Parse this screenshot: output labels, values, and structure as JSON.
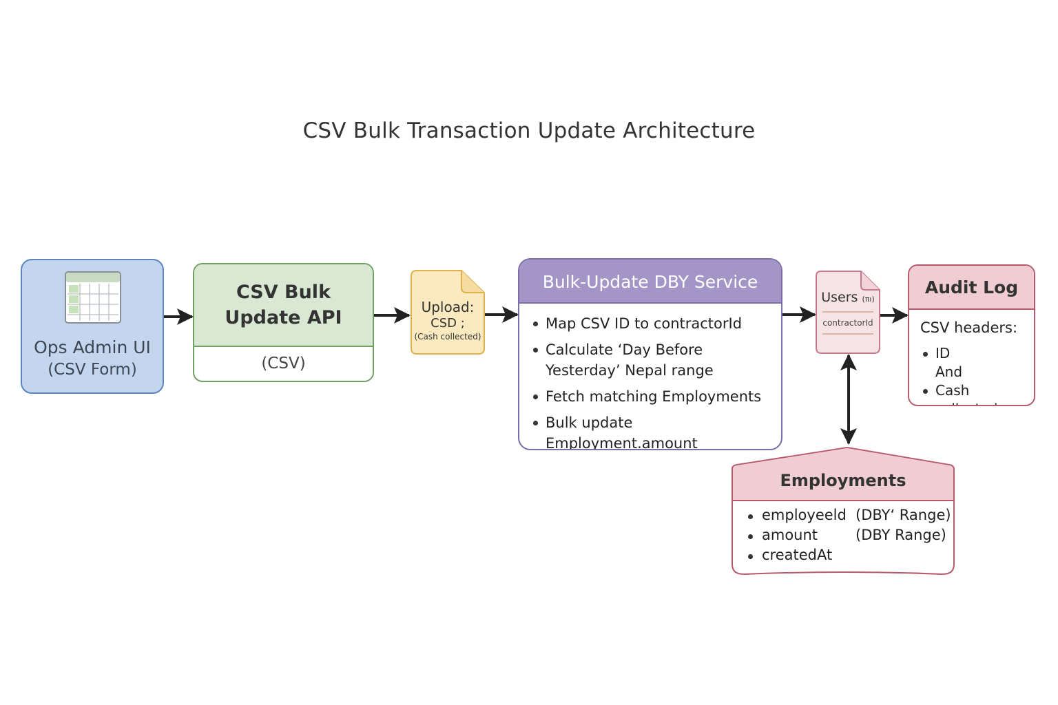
{
  "title": "CSV Bulk Transaction Update Architecture",
  "nodes": {
    "ops_admin": {
      "line1": "Ops Admin UI",
      "line2": "(CSV Form)",
      "icon": "spreadsheet-icon"
    },
    "api": {
      "line1": "CSV Bulk",
      "line2": "Update API",
      "sub": "(CSV)"
    },
    "upload": {
      "line1": "Upload:",
      "line2": "CSD ;",
      "line3": "(Cash collected)",
      "icon": "document-icon"
    },
    "service": {
      "title": "Bulk-Update DBY Service",
      "items": [
        "Map CSV ID to contractorId",
        "Calculate ‘Day Before Yesterday’ Nepal range",
        "Fetch matching Employments",
        "Bulk update Employment.amount"
      ]
    },
    "users": {
      "label": "Users",
      "label_small": "(πı)",
      "field": "contractorId",
      "icon": "document-icon"
    },
    "audit": {
      "title": "Audit Log",
      "subtitle": "CSV headers:",
      "items": [
        "ID",
        "And",
        "Cash collected"
      ]
    },
    "employments": {
      "title": "Employments",
      "rows": [
        {
          "field": "employeeld",
          "note": "(DBY‘ Range)"
        },
        {
          "field": "amount",
          "note": "(DBY Range)"
        },
        {
          "field": "createdAt",
          "note": ""
        }
      ]
    }
  },
  "colors": {
    "ops_fill": "#c3d6ee",
    "ops_border": "#5b85bc",
    "api_fill": "#d8e8d2",
    "api_border": "#72a062",
    "upload_fill": "#fbe9bf",
    "upload_border": "#e0b04a",
    "service_header": "#a396c7",
    "service_border": "#7b6da8",
    "users_fill": "#f6e3e6",
    "users_border": "#c7788a",
    "audit_header": "#f0cdd3",
    "audit_border": "#b85a6d",
    "employments_header": "#f0cdd3",
    "employments_border": "#b85a6d",
    "arrow": "#222222"
  }
}
